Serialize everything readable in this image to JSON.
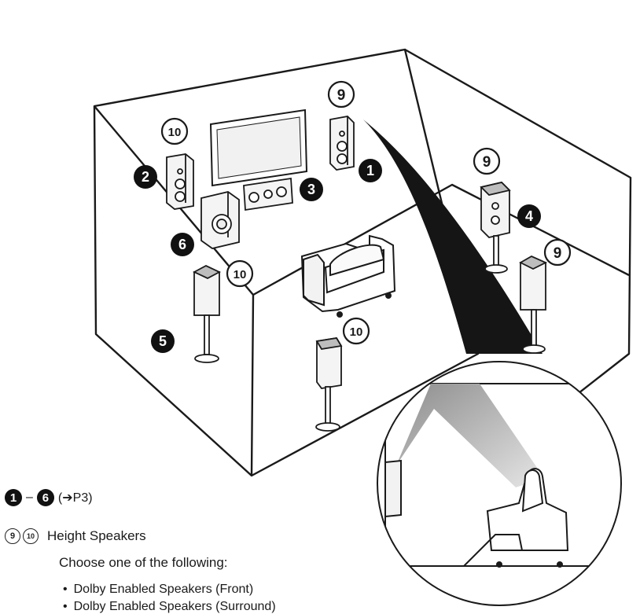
{
  "diagram_labels": {
    "front_right": "1",
    "front_left": "2",
    "center": "3",
    "surround_right": "4",
    "surround_left": "5",
    "subwoofer": "6",
    "height_nine": "9",
    "height_ten": "10"
  },
  "legend": {
    "range_from": "1",
    "range_dash": "–",
    "range_to": "6",
    "range_ref": "(➔P3)",
    "height_badge_a": "9",
    "height_badge_b": "10",
    "height_title": "Height Speakers",
    "choose_text": "Choose one of the following:",
    "bullets": [
      "Dolby Enabled Speakers (Front)",
      "Dolby Enabled Speakers (Surround)"
    ]
  },
  "colors": {
    "line": "#1a1a1a",
    "beam": "#151515",
    "speaker_fill": "#f4f4f4",
    "badge_fill": "#111111"
  }
}
